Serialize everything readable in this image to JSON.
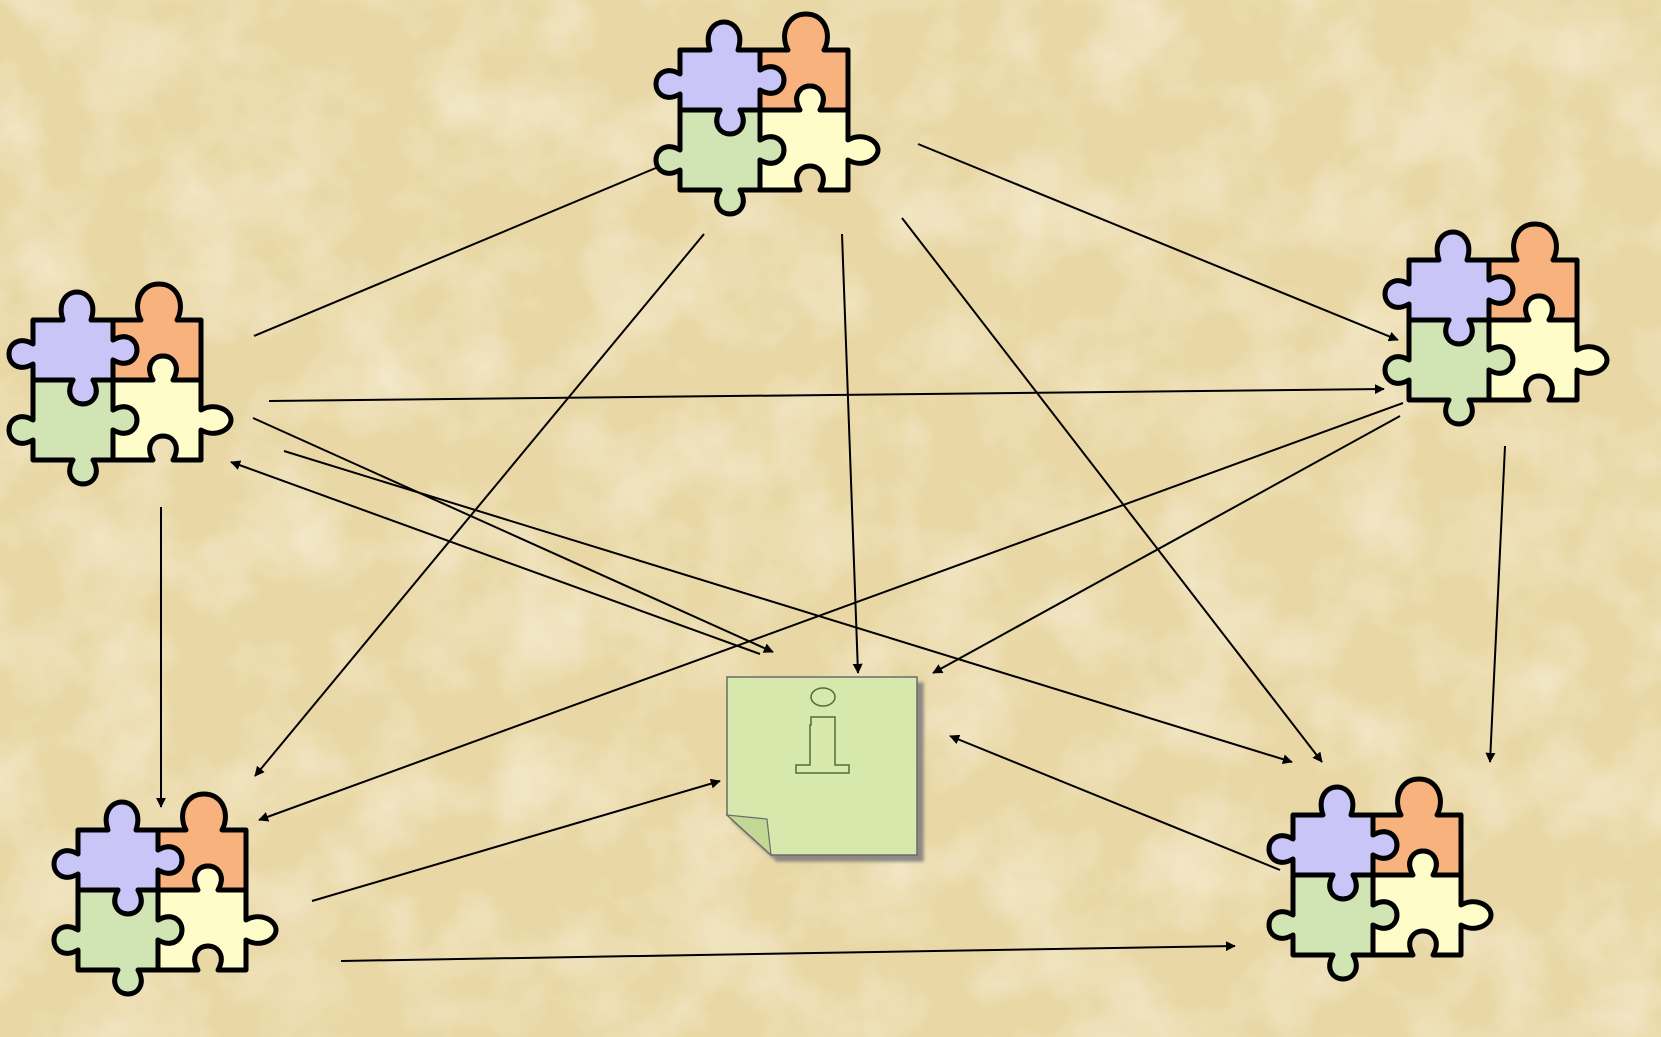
{
  "diagram": {
    "background": "parchment-texture",
    "colors": {
      "background": "#e9d8a6",
      "piece_blue": "#c9c5f6",
      "piece_orange": "#f7b27e",
      "piece_green": "#d0e4b4",
      "piece_yellow": "#fefcc8",
      "info_note": "#d6e8ac",
      "arrow": "#000000"
    },
    "nodes": [
      {
        "id": "puzzle-top",
        "type": "puzzle",
        "icon": "puzzle-icon"
      },
      {
        "id": "puzzle-left",
        "type": "puzzle",
        "icon": "puzzle-icon"
      },
      {
        "id": "puzzle-right",
        "type": "puzzle",
        "icon": "puzzle-icon"
      },
      {
        "id": "puzzle-bottom-left",
        "type": "puzzle",
        "icon": "puzzle-icon"
      },
      {
        "id": "puzzle-bottom-right",
        "type": "puzzle",
        "icon": "puzzle-icon"
      },
      {
        "id": "info",
        "type": "note",
        "icon": "info-note-icon",
        "glyph": "i"
      }
    ],
    "edges": [
      {
        "from": "puzzle-left",
        "to": "puzzle-top"
      },
      {
        "from": "puzzle-top",
        "to": "puzzle-right"
      },
      {
        "from": "puzzle-left",
        "to": "puzzle-right"
      },
      {
        "from": "puzzle-top",
        "to": "puzzle-bottom-left"
      },
      {
        "from": "puzzle-top",
        "to": "info"
      },
      {
        "from": "puzzle-top",
        "to": "puzzle-bottom-right"
      },
      {
        "from": "puzzle-left",
        "to": "info"
      },
      {
        "from": "info",
        "to": "puzzle-left"
      },
      {
        "from": "puzzle-left",
        "to": "puzzle-bottom-right"
      },
      {
        "from": "puzzle-left",
        "to": "puzzle-bottom-left"
      },
      {
        "from": "puzzle-right",
        "to": "puzzle-bottom-left"
      },
      {
        "from": "puzzle-right",
        "to": "info"
      },
      {
        "from": "puzzle-right",
        "to": "puzzle-bottom-right"
      },
      {
        "from": "puzzle-bottom-left",
        "to": "info"
      },
      {
        "from": "puzzle-bottom-left",
        "to": "puzzle-bottom-right"
      },
      {
        "from": "puzzle-bottom-right",
        "to": "info"
      }
    ]
  }
}
